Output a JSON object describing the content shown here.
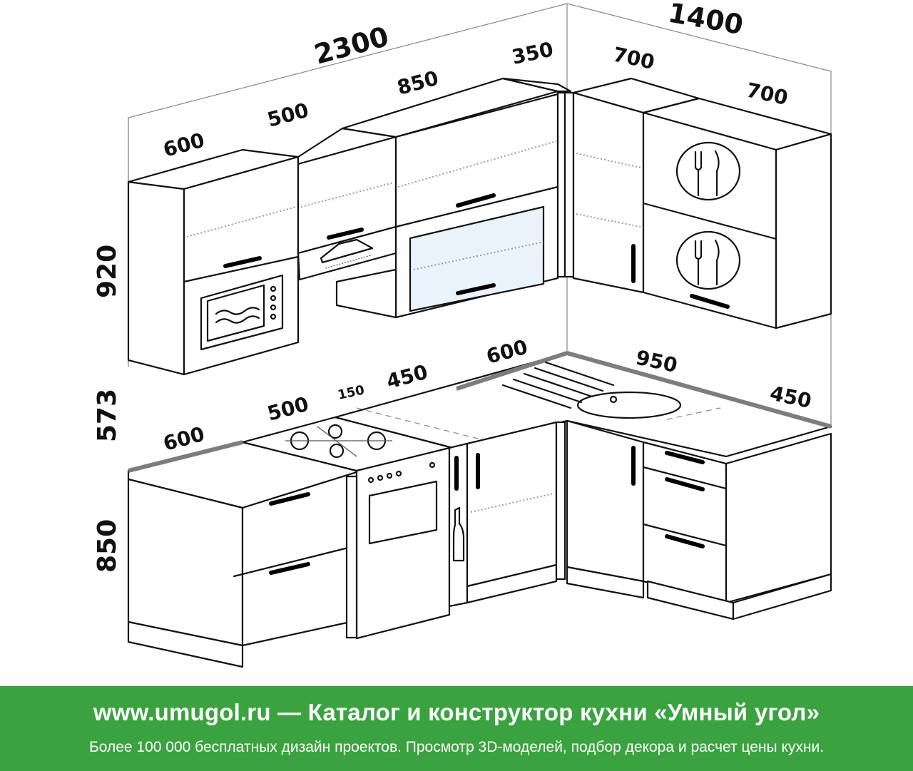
{
  "dimensions": {
    "wall_left_total": "2300",
    "wall_right_total": "1400",
    "upper_left": [
      "600",
      "500",
      "850",
      "350"
    ],
    "upper_right": [
      "700",
      "700"
    ],
    "lower_left": [
      "600",
      "500",
      "150",
      "450",
      "600"
    ],
    "lower_right": [
      "950",
      "450"
    ],
    "height_upper": "920",
    "height_gap": "573",
    "height_lower": "850"
  },
  "icons": {
    "microwave": "microwave-icon",
    "hood": "range-hood-icon",
    "hob": "gas-hob-icon",
    "oven": "oven-icon",
    "sink": "sink-icon",
    "plates": "fork-knife-icon",
    "bottle": "bottle-rack-icon"
  },
  "colors": {
    "banner": "#3aa33f",
    "countertop_edge": "#7d7d7d",
    "glass": "#eaf3fb"
  },
  "banner": {
    "title": "www.umugol.ru — Каталог и конструктор кухни «Умный угол»",
    "subtitle": "Более 100 000 бесплатных дизайн проектов. Просмотр 3D-моделей, подбор декора и расчет цены кухни."
  }
}
